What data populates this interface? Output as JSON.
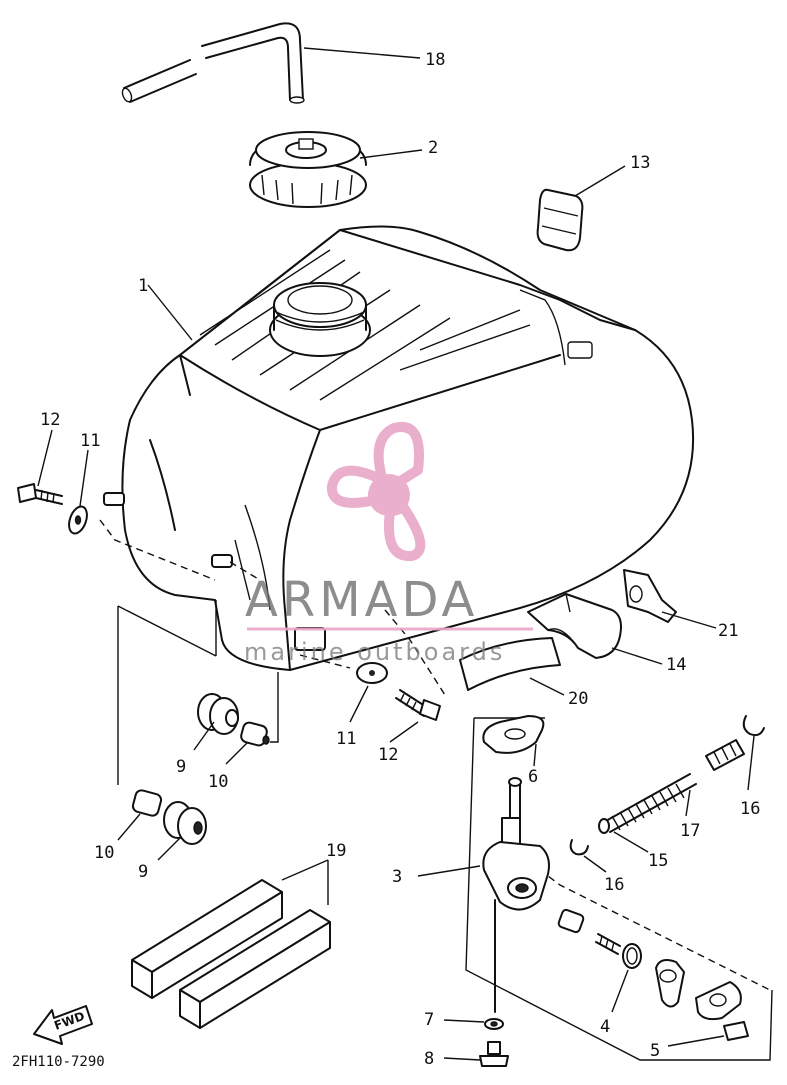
{
  "diagram": {
    "callouts": {
      "c1": "1",
      "c2": "2",
      "c3": "3",
      "c4": "4",
      "c5": "5",
      "c6": "6",
      "c7": "7",
      "c8": "8",
      "c9a": "9",
      "c9b": "9",
      "c10a": "10",
      "c10b": "10",
      "c11a": "11",
      "c11b": "11",
      "c12a": "12",
      "c12b": "12",
      "c13": "13",
      "c14": "14",
      "c15": "15",
      "c16a": "16",
      "c16b": "16",
      "c17": "17",
      "c18": "18",
      "c19": "19",
      "c20": "20",
      "c21": "21"
    },
    "drawing_code": "2FH110-7290",
    "fwd_label": "FWD"
  },
  "watermark": {
    "title": "ARMADA",
    "subtitle": "marine outboards",
    "color": "#e7a7c8"
  }
}
